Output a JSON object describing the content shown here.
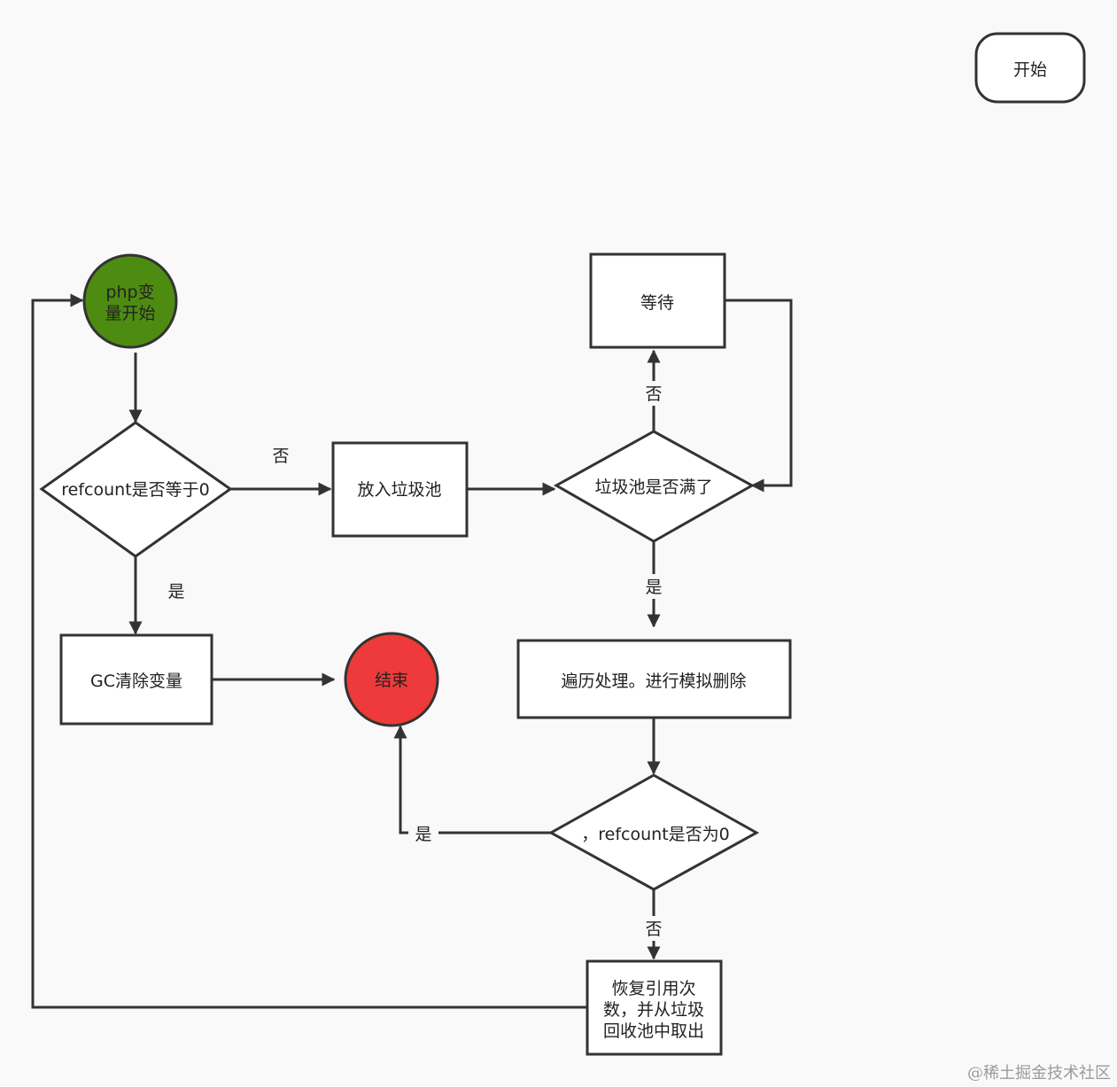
{
  "colors": {
    "background": "#f9f9f9",
    "stroke": "#333333",
    "start_fill": "#4d8c10",
    "end_fill": "#ee3a3a",
    "box_fill": "#ffffff",
    "text": "#222222",
    "watermark": "#9a9a9a"
  },
  "nodes": {
    "legend_start": "开始",
    "php_start": [
      "php变",
      "量开始"
    ],
    "refcount_check": "refcount是否等于0",
    "put_in_pool": "放入垃圾池",
    "pool_full_check": "垃圾池是否满了",
    "wait": "等待",
    "gc_clear": "GC清除变量",
    "end": "结束",
    "traverse": "遍历处理。进行模拟删除",
    "refcount_zero_check": "，refcount是否为0",
    "restore": [
      "恢复引用次",
      "数，并从垃圾",
      "回收池中取出"
    ]
  },
  "edges": {
    "no_to_pool": "否",
    "yes_to_gc": "是",
    "no_to_wait": "否",
    "yes_to_traverse": "是",
    "yes_to_end": "是",
    "no_to_restore": "否"
  },
  "watermark": "@稀土掘金技术社区"
}
